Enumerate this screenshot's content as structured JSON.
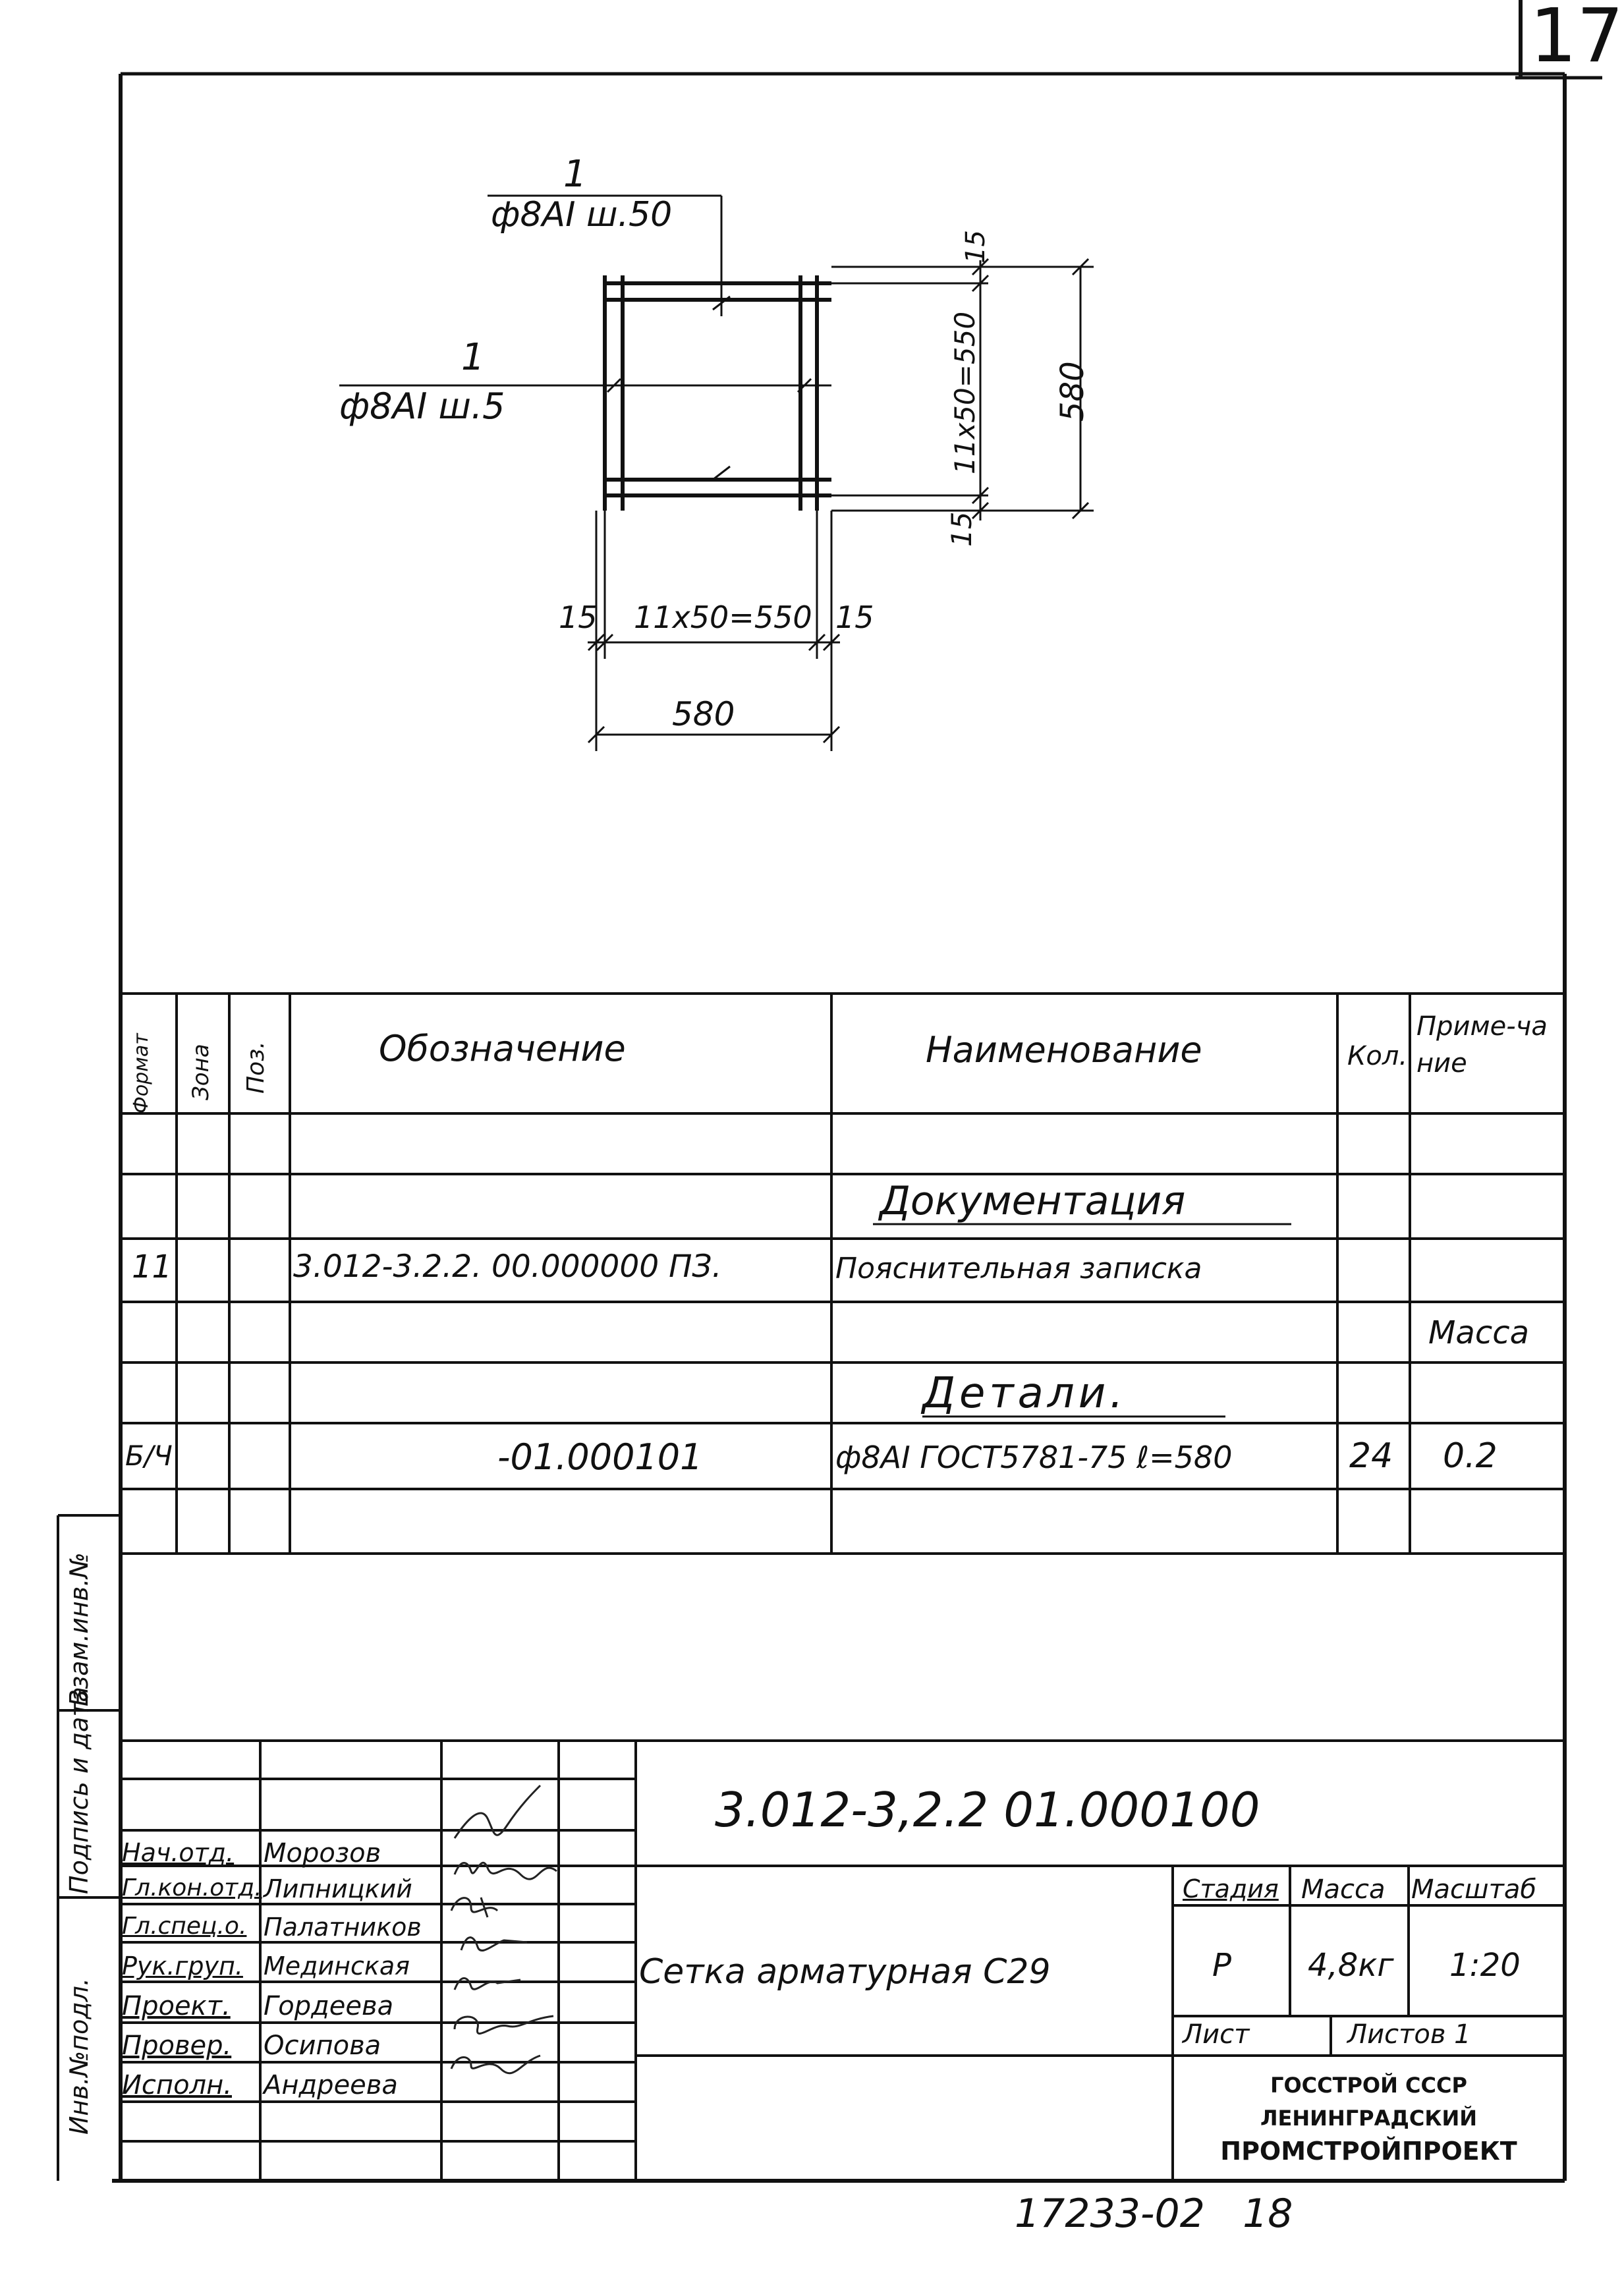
{
  "page_number": "17",
  "drawing": {
    "pos_top": "1",
    "label_top": "ф8АI ш.50",
    "pos_left": "1",
    "label_left": "ф8АI ш.5",
    "dim_top_15": "15",
    "dim_vert_span": "11х50=550",
    "dim_bottom_15": "15",
    "dim_vert_total": "580",
    "dim_left_15": "15",
    "dim_horiz_span": "11х50=550",
    "dim_right_15": "15",
    "dim_horiz_total": "580"
  },
  "spec_table": {
    "headers": {
      "format": "Формат",
      "zone": "Зона",
      "pos": "Поз.",
      "designation": "Обозначение",
      "name": "Наименование",
      "qty": "Кол.",
      "note": "Приме-чание"
    },
    "section_docs": "Документация",
    "row_doc": {
      "format": "11",
      "designation": "3.012-3.2.2. 00.000000 ПЗ.",
      "name": "Пояснительная записка"
    },
    "mass_label": "Масса",
    "section_parts": "Детали.",
    "row_part": {
      "format": "Б/Ч",
      "designation": "-01.000101",
      "name": "ф8АI ГОСТ5781-75 ℓ=580",
      "qty": "24",
      "note": "0.2"
    }
  },
  "side_stamp": {
    "vzam": "Взам.инв.№",
    "podpis": "Подпись и дата",
    "inv": "Инв.№подл."
  },
  "title_block": {
    "doc_code": "3.012-3,2.2 01.000100",
    "title": "Сетка арматурная С29",
    "stage_label": "Стадия",
    "mass_label": "Масса",
    "scale_label": "Масштаб",
    "stage": "Р",
    "mass": "4,8кг",
    "scale": "1:20",
    "sheet_label": "Лист",
    "sheets_label": "Листов 1",
    "org_line1": "ГОССТРОЙ СССР",
    "org_line2": "ЛЕНИНГРАДСКИЙ",
    "org_line3": "ПРОМСТРОЙПРОЕКТ",
    "people": [
      {
        "role": "Нач.отд.",
        "name": "Морозов"
      },
      {
        "role": "Гл.кон.отд.",
        "name": "Липницкий"
      },
      {
        "role": "Гл.спец.о.",
        "name": "Палатников"
      },
      {
        "role": "Рук.груп.",
        "name": "Мединская"
      },
      {
        "role": "Проект.",
        "name": "Гордеева"
      },
      {
        "role": "Провер.",
        "name": "Осипова"
      },
      {
        "role": "Исполн.",
        "name": "Андреева"
      }
    ]
  },
  "bottom_number": "17233-02   18"
}
